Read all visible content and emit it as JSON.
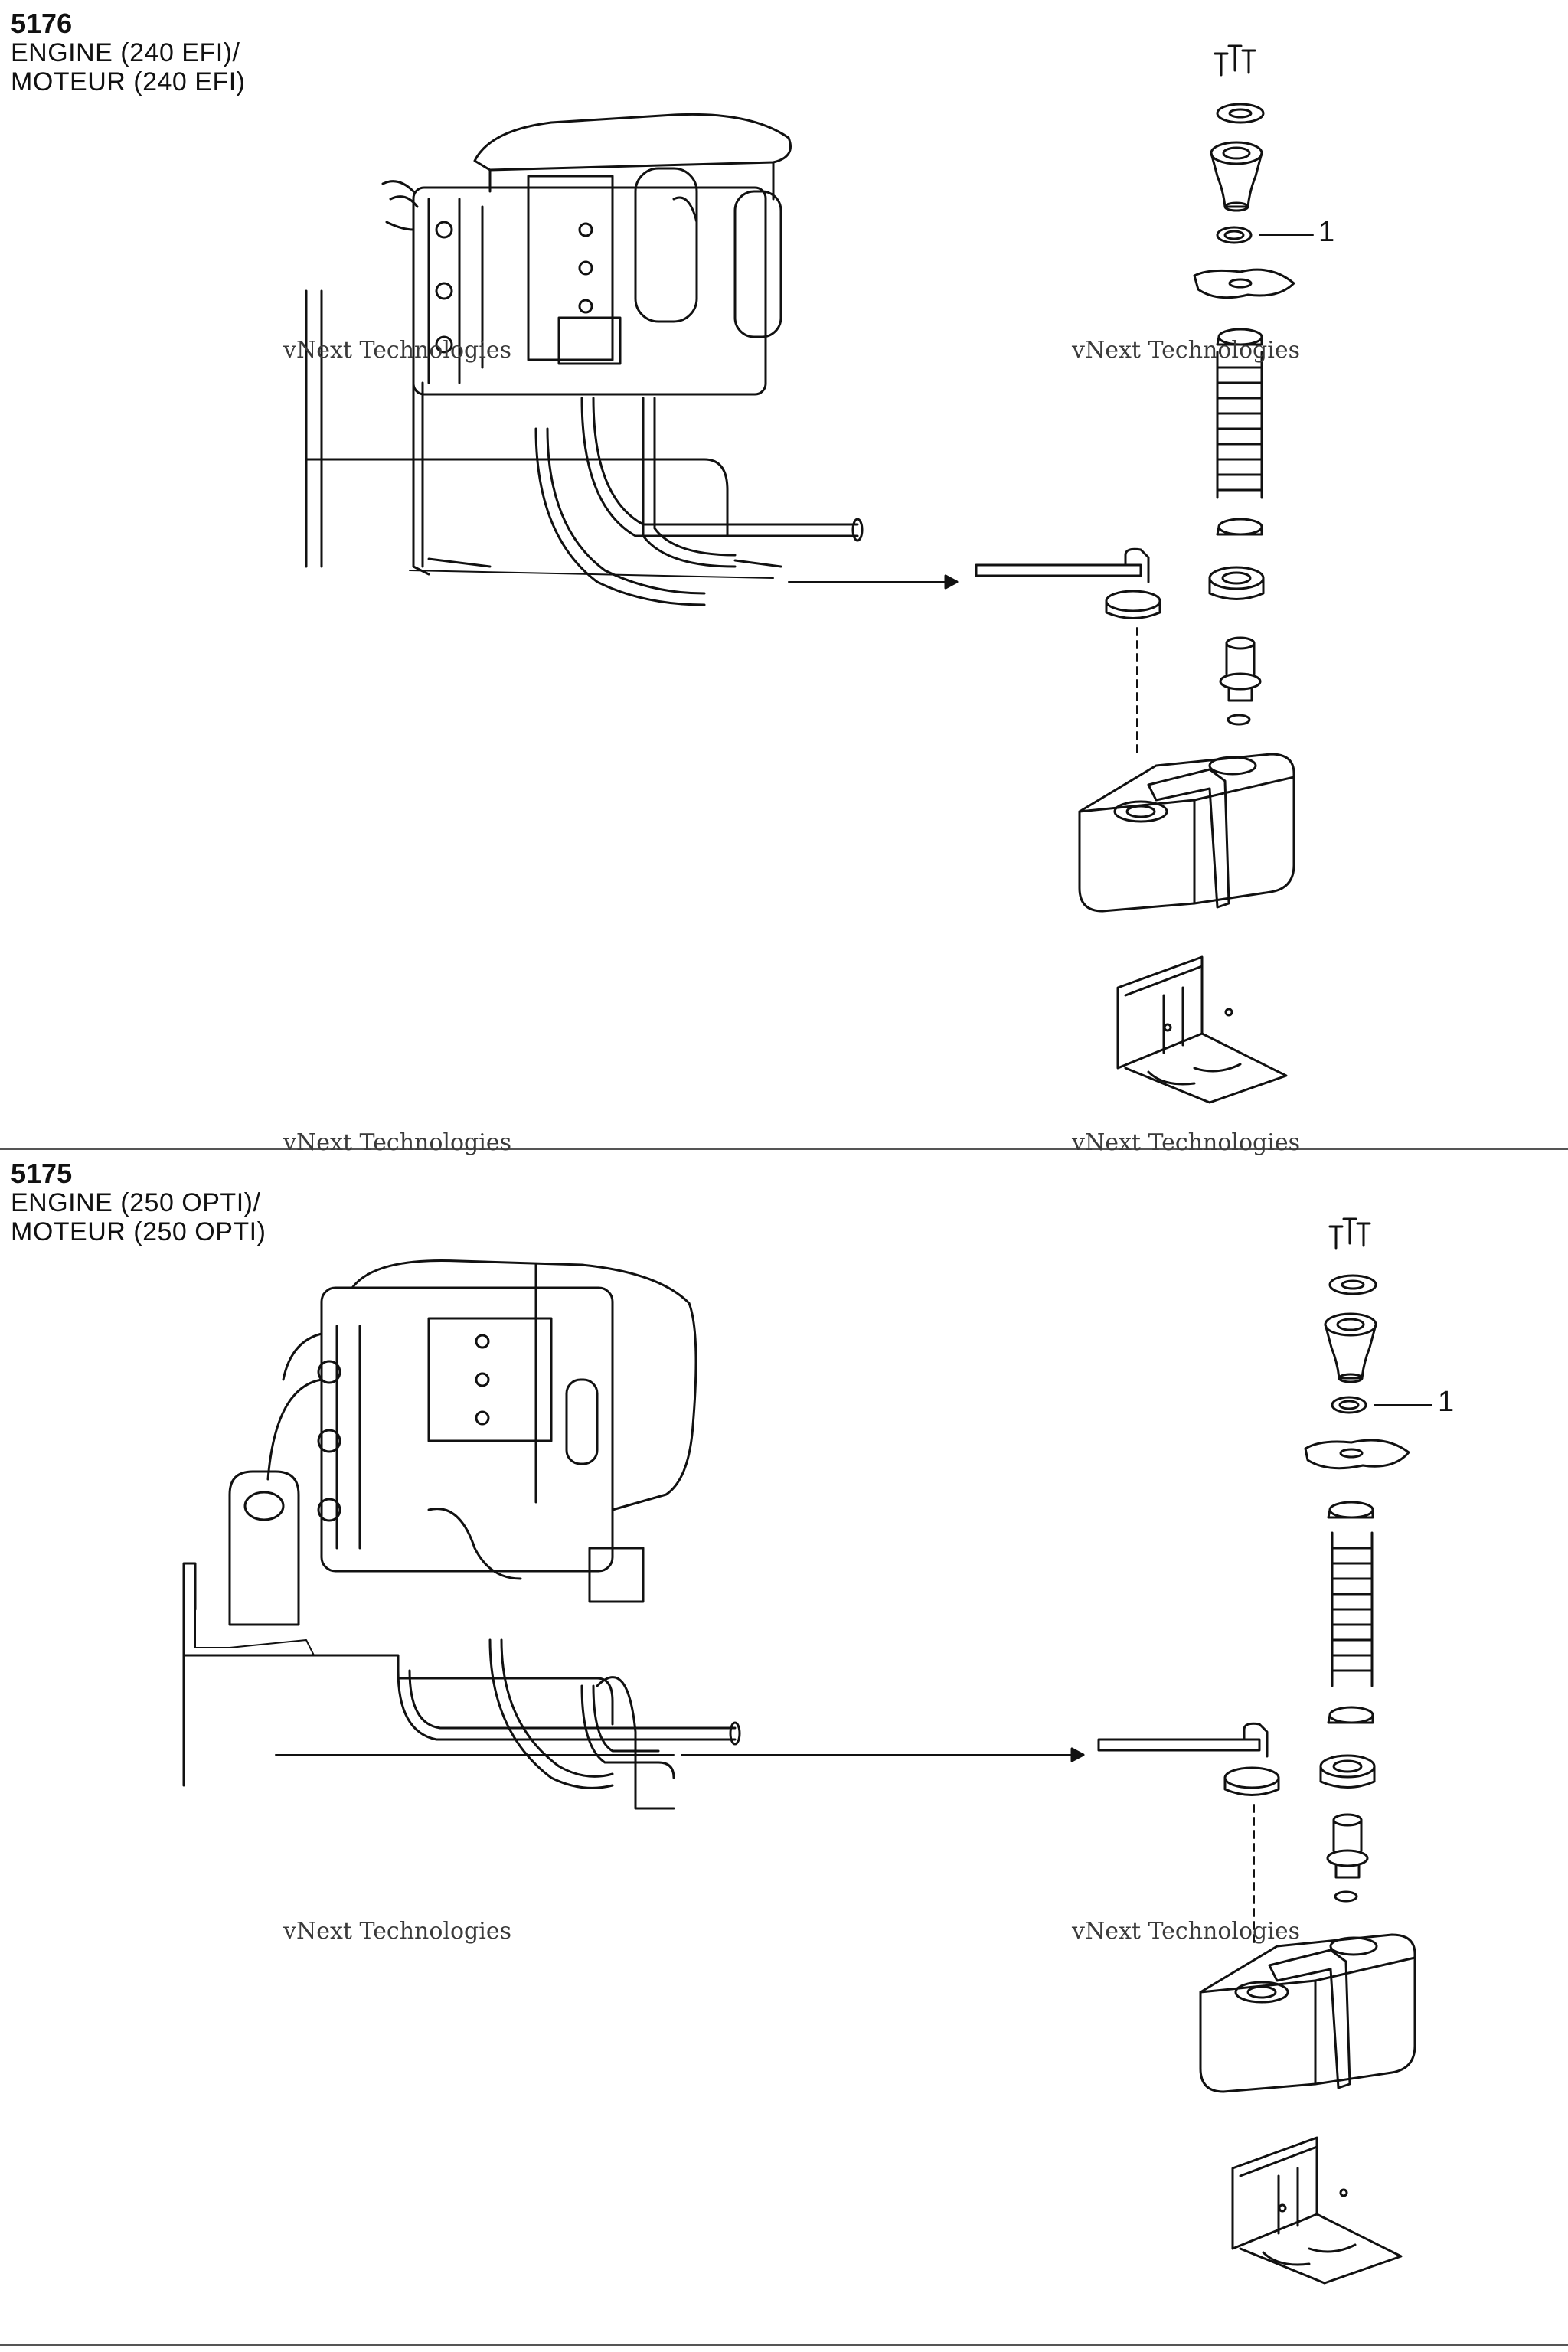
{
  "sections": [
    {
      "number": "5176",
      "title_line1": "ENGINE (240 EFI)/",
      "title_line2": "MOTEUR (240 EFI)",
      "callout": "1"
    },
    {
      "number": "5175",
      "title_line1": "ENGINE (250 OPTI)/",
      "title_line2": "MOTEUR (250 OPTI)",
      "callout": "1"
    }
  ],
  "watermark": {
    "line1": "vNext Technologies",
    "word_vnext": "vNext",
    "word_tech": "Technologies"
  },
  "colors": {
    "ink": "#111111",
    "watermark": "#9c9c9c",
    "background": "#ffffff"
  }
}
